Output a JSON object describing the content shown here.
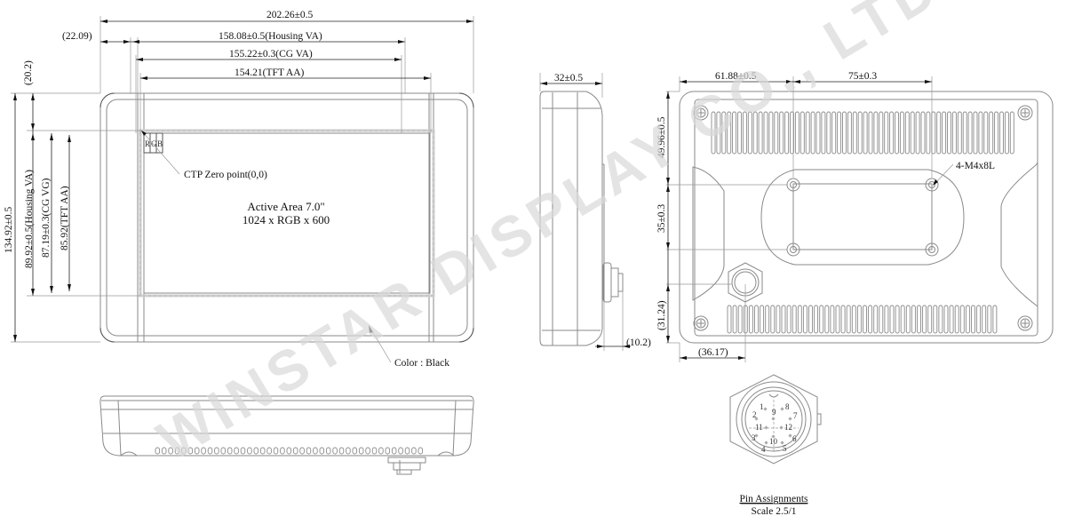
{
  "watermark": "WINSTAR DISPLAY CO., LTD.",
  "front_view": {
    "dims_horizontal": {
      "overall_width": "202.26±0.5",
      "offset_left": "(22.09)",
      "housing_va": "158.08±0.5(Housing VA)",
      "cg_va": "155.22±0.3(CG VA)",
      "tft_aa": "154.21(TFT AA)"
    },
    "dims_vertical": {
      "offset_top": "(20.2)",
      "overall_height": "134.92±0.5",
      "housing_va": "89.92±0.5(Housing VA)",
      "cg_vg": "87.19±0.3(CG VG)",
      "tft_aa": "85.92(TFT AA)"
    },
    "pixel_labels": [
      "R",
      "G",
      "B"
    ],
    "ctp_zero_point": "CTP Zero point(0,0)",
    "active_area_line1": "Active Area 7.0\"",
    "active_area_line2": "1024 x RGB x 600",
    "color_note": "Color : Black"
  },
  "side_view": {
    "depth": "32±0.5",
    "connector_protrusion": "(10.2)"
  },
  "rear_view": {
    "dim_left_to_mount": "61.88±0.5",
    "mount_spacing_h": "75±0.3",
    "dim_top_to_mount": "49.96±0.5",
    "mount_spacing_v": "35±0.3",
    "connector_from_bottom": "(31.24)",
    "connector_from_left": "(36.17)",
    "mount_screw_spec": "4-M4x8L"
  },
  "pin_detail": {
    "pins": [
      "1",
      "2",
      "3",
      "4",
      "5",
      "6",
      "7",
      "8",
      "9",
      "10",
      "11",
      "12"
    ],
    "title": "Pin Assignments",
    "scale": "Scale 2.5/1"
  }
}
